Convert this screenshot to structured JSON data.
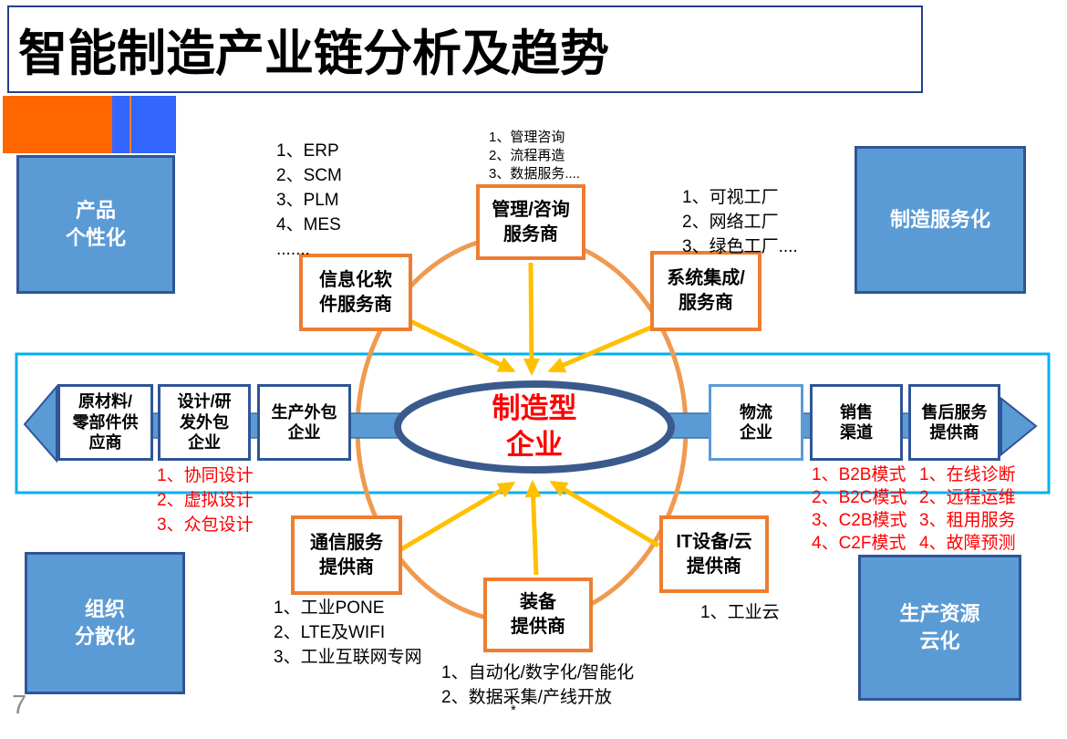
{
  "title": "智能制造产业链分析及趋势",
  "page_number": "7",
  "center_enterprise": [
    "制造型",
    "企业"
  ],
  "trend_boxes": {
    "product": [
      "产品",
      "个性化"
    ],
    "manufacturing_service": [
      "制造服务化"
    ],
    "organization": [
      "组织",
      "分散化"
    ],
    "production_resource": [
      "生产资源",
      "云化"
    ]
  },
  "satellites": {
    "consulting": {
      "label": [
        "管理/咨询",
        "服务商"
      ],
      "list": [
        "1、管理咨询",
        "2、流程再造",
        "3、数据服务...."
      ]
    },
    "it_software": {
      "label": [
        "信息化软",
        "件服务商"
      ],
      "list": [
        "1、ERP",
        "2、SCM",
        "3、PLM",
        "4、MES",
        "......."
      ]
    },
    "system_integration": {
      "label": [
        "系统集成/",
        "服务商"
      ],
      "list": [
        "1、可视工厂",
        "2、网络工厂",
        "3、绿色工厂...."
      ]
    },
    "telecom": {
      "label": [
        "通信服务",
        "提供商"
      ],
      "list": [
        "1、工业PONE",
        "2、LTE及WIFI",
        "3、工业互联网专网"
      ]
    },
    "equipment": {
      "label": [
        "装备",
        "提供商"
      ],
      "list": [
        "1、自动化/数字化/智能化",
        "2、数据采集/产线开放"
      ],
      "footnote": "*"
    },
    "it_cloud": {
      "label": [
        "IT设备/云",
        "提供商"
      ],
      "list": [
        "1、工业云"
      ]
    }
  },
  "chain": {
    "upstream": [
      {
        "label": [
          "原材料/",
          "零部件供",
          "应商"
        ]
      },
      {
        "label": [
          "设计/研",
          "发外包",
          "企业"
        ],
        "list": [
          "1、协同设计",
          "2、虚拟设计",
          "3、众包设计"
        ]
      },
      {
        "label": [
          "生产外包",
          "企业"
        ]
      }
    ],
    "downstream": [
      {
        "label": [
          "物流",
          "企业"
        ]
      },
      {
        "label": [
          "销售",
          "渠道"
        ],
        "list": [
          "1、B2B模式",
          "2、B2C模式",
          "3、C2B模式",
          "4、C2F模式"
        ]
      },
      {
        "label": [
          "售后服务",
          "提供商"
        ],
        "list": [
          "1、在线诊断",
          "2、远程运维",
          "3、租用服务",
          "4、故障预测"
        ]
      }
    ]
  },
  "colors": {
    "accent_orange": "#FF6600",
    "accent_blue": "#3366FC",
    "box_blue_fill": "#5B9BD5",
    "box_blue_border": "#2F5597",
    "satellite_border": "#ED7D31",
    "band_border": "#00B0F0",
    "ring_orange": "#F09A50",
    "arrow_yellow": "#FFC000",
    "enterprise_text": "#FF0000"
  }
}
